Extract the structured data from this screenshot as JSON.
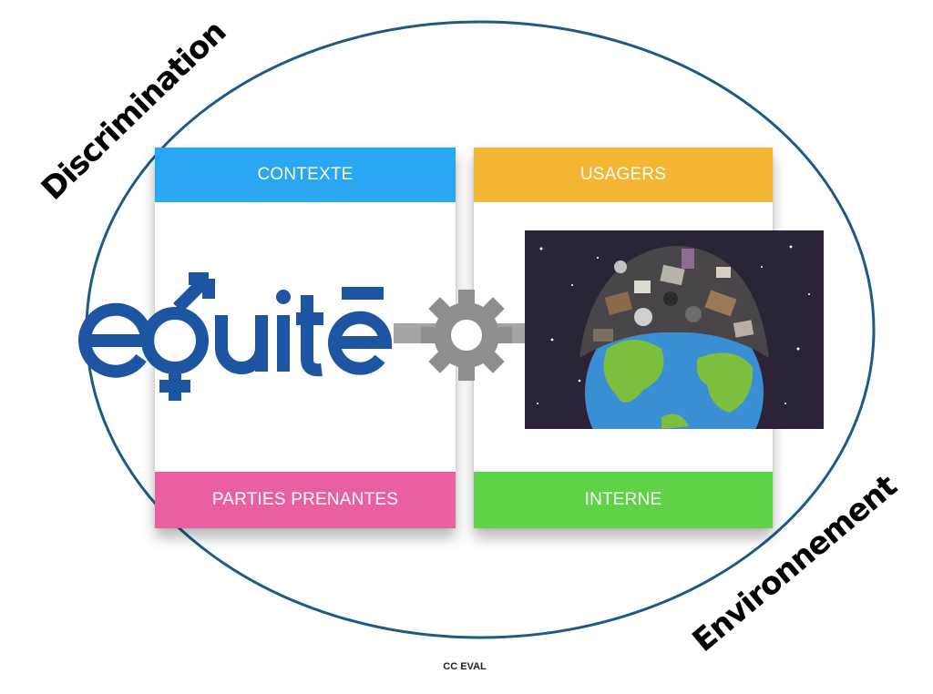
{
  "labels": {
    "top_left": "Discrimination",
    "bottom_right": "Environnement",
    "footer": "CC EVAL"
  },
  "cards": {
    "contexte": "CONTEXTE",
    "usagers": "USAGERS",
    "parties_prenantes": "PARTIES PRENANTES",
    "interne": "INTERNE"
  },
  "logo": {
    "text": "équité"
  },
  "icons": {
    "center": "gear-icon",
    "picture": "earth-with-waste-illustration"
  },
  "colors": {
    "contexte": "#2aa7f2",
    "usagers": "#f5b633",
    "parties_prenantes": "#e8609f",
    "interne": "#5fd247",
    "ellipse": "#1d5b86",
    "logo": "#1d55a3",
    "gear": "#8e8e8e",
    "space": "#2c2336",
    "ocean": "#3a8fd4",
    "land": "#7cbf3f"
  }
}
